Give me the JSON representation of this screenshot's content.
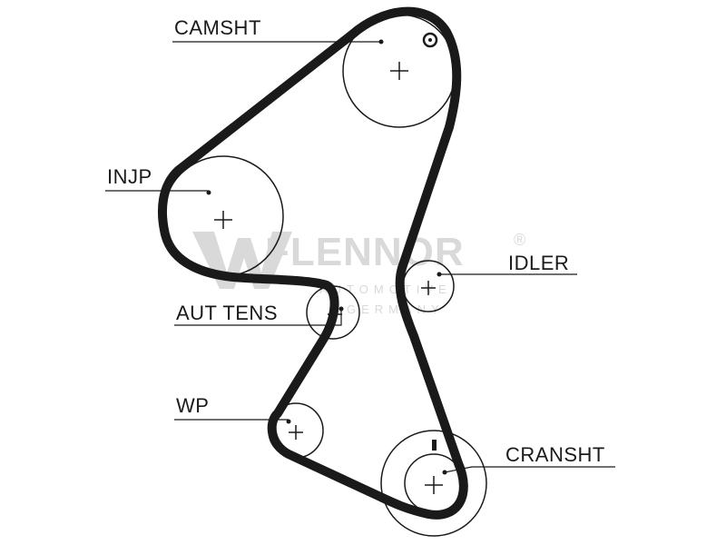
{
  "labels": {
    "camshaft": "CAMSHT",
    "injection_pump": "INJP",
    "idler": "IDLER",
    "auto_tensioner": "AUT TENS",
    "water_pump": "WP",
    "crankshaft": "CRANSHT"
  },
  "watermark": {
    "brand": "FLENNOR",
    "registered": "®",
    "line1": "AUTOMOTIVE",
    "line2": "GERMANY"
  },
  "colors": {
    "ink": "#1a1a1a",
    "watermark": "#d9d9d9"
  }
}
